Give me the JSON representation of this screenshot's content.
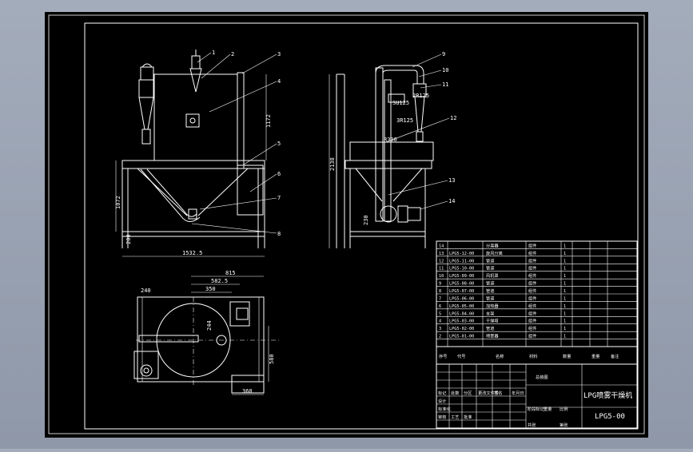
{
  "drawing": {
    "title": "LPG喷雾干燥机",
    "drawing_number": "LPG5-00",
    "view_label": "总装图",
    "colors": {
      "background": "#000000",
      "line": "#ffffff",
      "chrome": "#9aa3b3"
    }
  },
  "front_view": {
    "dims": {
      "height": "1172",
      "width": "1532.5",
      "height_vert": "1072",
      "base": "200"
    },
    "balloons": [
      "1",
      "2",
      "3",
      "4",
      "5",
      "6",
      "7",
      "8"
    ]
  },
  "side_view": {
    "dims": {
      "height": "2138",
      "base": "230",
      "d1": "SU125",
      "d2": "2R125",
      "d3": "3R125",
      "d4": "R300"
    },
    "balloons": [
      "9",
      "10",
      "11",
      "12",
      "13",
      "14"
    ]
  },
  "top_view": {
    "dims": {
      "d1": "815",
      "d2": "582.5",
      "d3": "350",
      "d4": "240",
      "d5": "244",
      "d6": "580",
      "d7": "360"
    }
  },
  "bom": {
    "rows": [
      {
        "no": "14",
        "code": "",
        "name": "分离器",
        "mat": "组件",
        "qty": "1"
      },
      {
        "no": "13",
        "code": "LPG5-12-00",
        "name": "旋风分离",
        "mat": "组件",
        "qty": "1"
      },
      {
        "no": "12",
        "code": "LPG5-11-00",
        "name": "管道",
        "mat": "组件",
        "qty": "1"
      },
      {
        "no": "11",
        "code": "LPG5-10-00",
        "name": "管道",
        "mat": "组件",
        "qty": "1"
      },
      {
        "no": "10",
        "code": "LPG5-09-00",
        "name": "风机罩",
        "mat": "组件",
        "qty": "1"
      },
      {
        "no": "9",
        "code": "LPG5-08-00",
        "name": "管道",
        "mat": "组件",
        "qty": "1"
      },
      {
        "no": "8",
        "code": "LPG5-07-00",
        "name": "管道",
        "mat": "组件",
        "qty": "1"
      },
      {
        "no": "7",
        "code": "LPG5-06-00",
        "name": "管道",
        "mat": "组件",
        "qty": "1"
      },
      {
        "no": "6",
        "code": "LPG5-05-00",
        "name": "加热器",
        "mat": "组件",
        "qty": "1"
      },
      {
        "no": "5",
        "code": "LPG5-04-00",
        "name": "支架",
        "mat": "组件",
        "qty": "1"
      },
      {
        "no": "4",
        "code": "LPG5-03-00",
        "name": "干燥塔",
        "mat": "组件",
        "qty": "1"
      },
      {
        "no": "3",
        "code": "LPG5-02-00",
        "name": "管道",
        "mat": "组件",
        "qty": "1"
      },
      {
        "no": "2",
        "code": "LPG5-01-00",
        "name": "喷雾器",
        "mat": "组件",
        "qty": "1"
      }
    ],
    "header": {
      "no": "序号",
      "code": "代号",
      "name": "名称",
      "qty": "数量",
      "mat": "材料",
      "weight": "重量",
      "note": "备注"
    }
  },
  "title_block": {
    "labels": [
      "标记",
      "处数",
      "分区",
      "更改文件号",
      "签名",
      "年月日",
      "设计",
      "标准化",
      "审核",
      "工艺",
      "批准",
      "阶段标记",
      "重量",
      "比例",
      "共张",
      "第张"
    ]
  }
}
